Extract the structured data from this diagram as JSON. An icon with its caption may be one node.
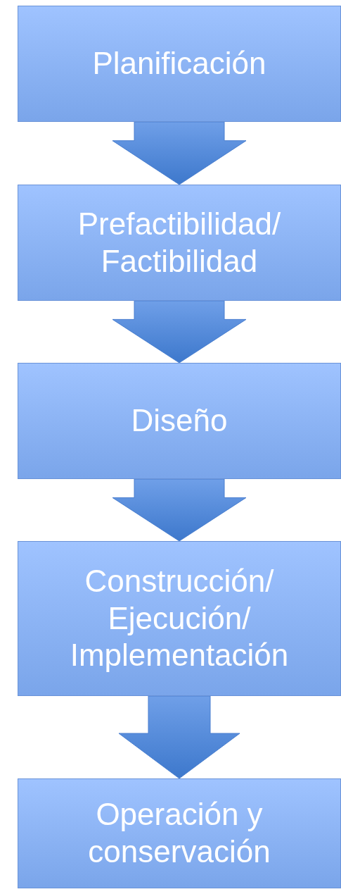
{
  "diagram": {
    "nodes": [
      {
        "text": [
          "Planificación"
        ]
      },
      {
        "text": [
          "Prefactibilidad/ Factibilidad"
        ]
      },
      {
        "text": [
          "Diseño"
        ]
      },
      {
        "text": [
          "Construcción/ Ejecución/ Implementación"
        ]
      },
      {
        "text": [
          "Operación y conservación"
        ]
      }
    ],
    "edges": [
      {
        "from": 0,
        "to": 1,
        "arrow": "to"
      },
      {
        "from": 1,
        "to": 2,
        "arrow": "to"
      },
      {
        "from": 2,
        "to": 3,
        "arrow": "to"
      },
      {
        "from": 3,
        "to": 4,
        "arrow": "to"
      }
    ]
  }
}
